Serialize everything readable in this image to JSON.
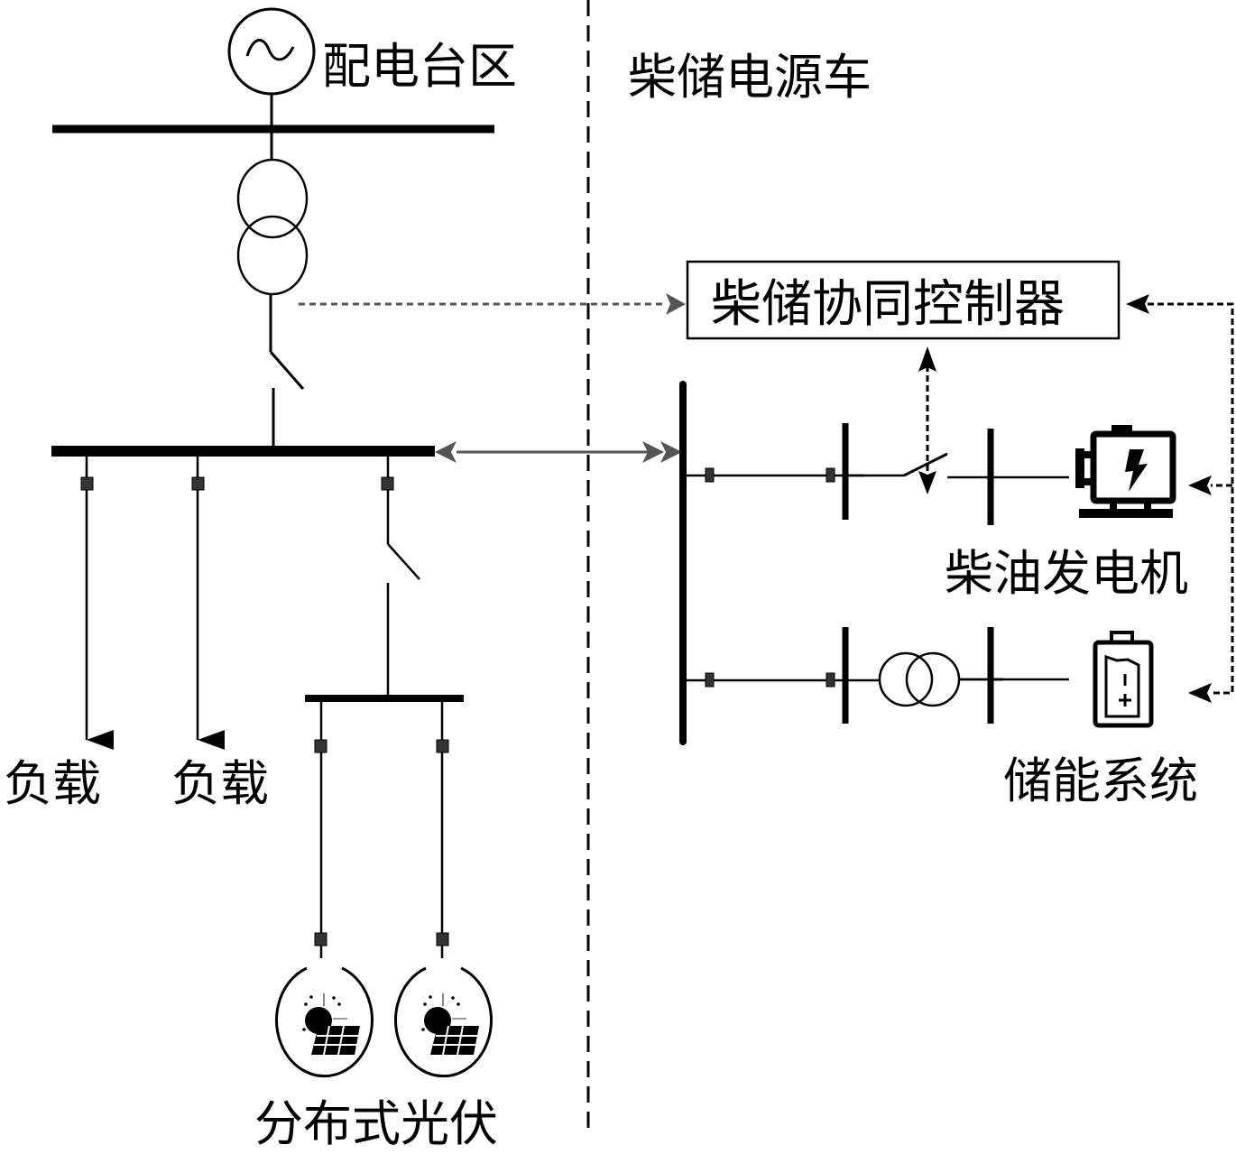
{
  "diagram": {
    "left_section": {
      "source_label": "配电台区",
      "load_labels": [
        "负载",
        "负载"
      ],
      "pv_label": "分布式光伏"
    },
    "right_section": {
      "title": "柴储电源车",
      "controller_label": "柴储协同控制器",
      "generator_label": "柴油发电机",
      "storage_label": "储能系统"
    },
    "icons": {
      "source": "ac-source-icon",
      "transformer": "transformer-icon",
      "switch": "switch-icon",
      "breaker": "breaker-icon",
      "load_arrow": "load-arrow-icon",
      "pv": "solar-pv-icon",
      "generator": "diesel-generator-icon",
      "battery": "battery-icon"
    },
    "colors": {
      "line": "#000000",
      "arrow_gray": "#555555",
      "breaker_fill": "#333333"
    }
  }
}
